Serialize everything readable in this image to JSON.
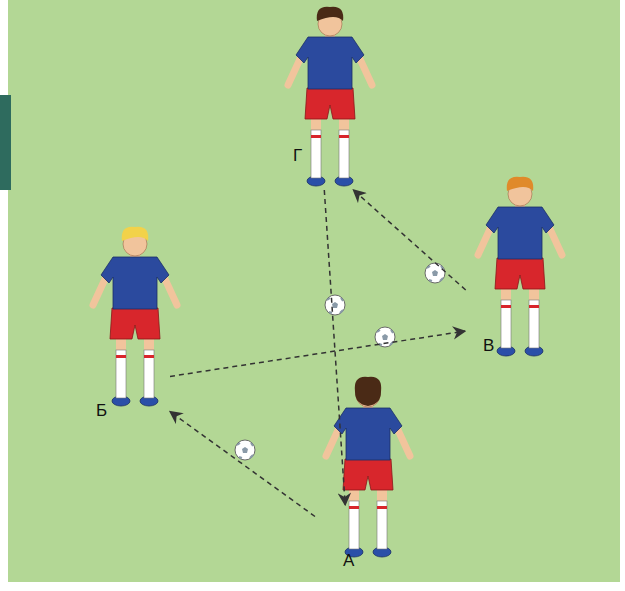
{
  "diagram": {
    "nodes": [
      {
        "text": [
          "Г"
        ]
      },
      {
        "text": [
          "В"
        ]
      },
      {
        "text": [
          "Б"
        ]
      },
      {
        "text": [
          "А"
        ]
      }
    ],
    "edges": [
      {
        "from": 3,
        "to": 2,
        "arrow": "to"
      },
      {
        "from": 2,
        "to": 1,
        "arrow": "to"
      },
      {
        "from": 1,
        "to": 0,
        "arrow": "to"
      },
      {
        "from": 0,
        "to": 3,
        "arrow": "to"
      }
    ]
  }
}
